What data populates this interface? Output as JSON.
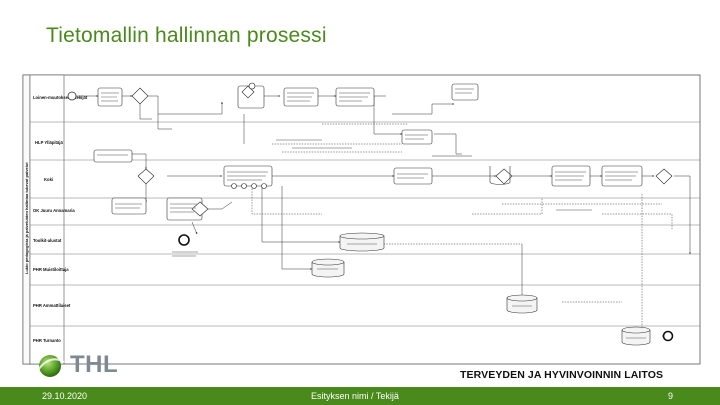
{
  "slide": {
    "title": "Tietomallin hallinnan prosessi",
    "date": "29.10.2020",
    "presenter": "Esityksen nimi / Tekijä",
    "page": "9",
    "organization": "TERVEYDEN JA HYVINVOINNIN LAITOS",
    "logo_text": "THL"
  },
  "diagram": {
    "pool_label": "Lukio pedagogista ja palveluiden hallintaa tukevat palvelut",
    "lanes": [
      "Loinen-muutokset ja tekijät",
      "HLP Ylläpitäjä",
      "Koki",
      "OK Juuru Annamaria",
      "Toolkit-alustat",
      "PHR Muistiloittaja",
      "PHR Ammattilaiset",
      "PHR Turnanto"
    ],
    "colors": {
      "accent": "#4a8a1c",
      "line": "#333333",
      "lane_border": "#555555",
      "task_fill": "#ffffff"
    }
  }
}
